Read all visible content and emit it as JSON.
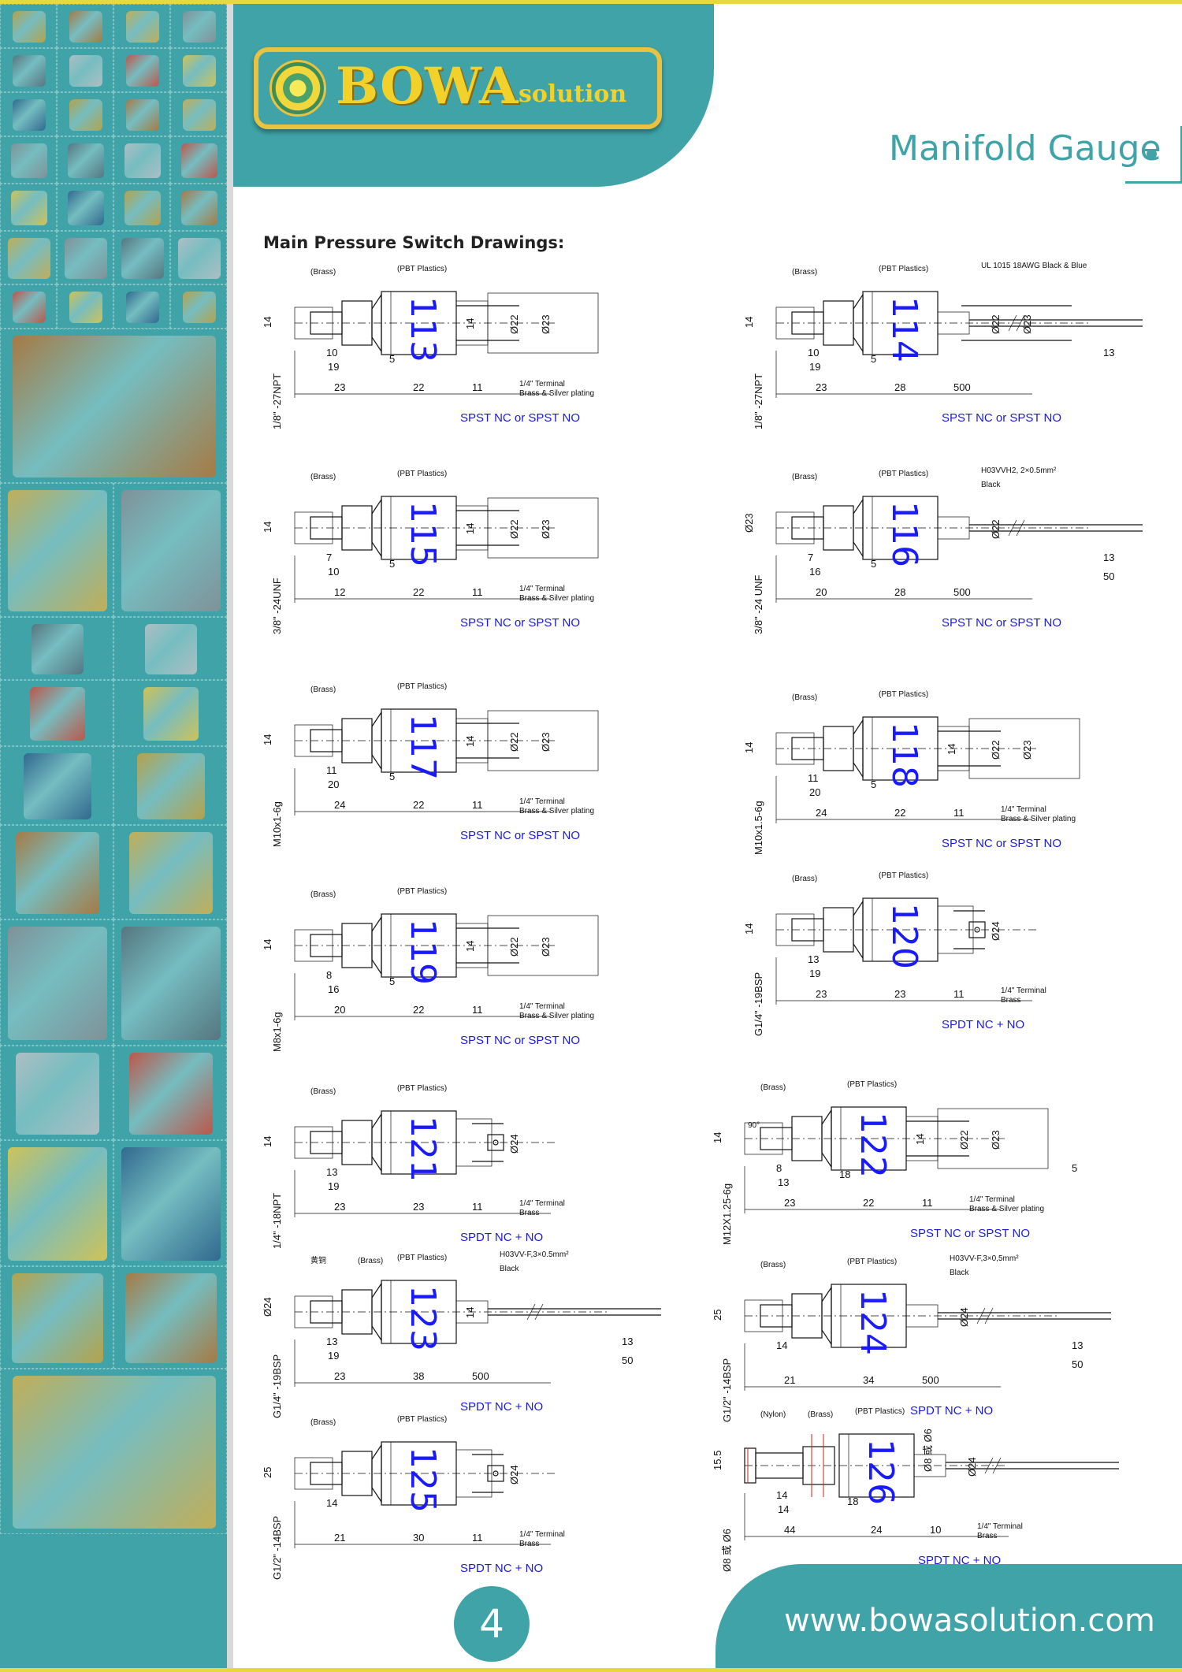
{
  "brand": {
    "name": "BOWA",
    "sub": "solution"
  },
  "header": {
    "title": "Manifold Gauge"
  },
  "section": {
    "heading": "Main Pressure Switch Drawings:"
  },
  "footer": {
    "url": "www.bowasolution.com",
    "page": "4"
  },
  "colors": {
    "teal": "#3fa3a8",
    "gold": "#e8c240",
    "model_blue": "#1a1aff"
  },
  "sidebar_icons": [
    "brass-fitting-icon",
    "copper-fitting-icon",
    "capillary-tube-icon",
    "filter-drier-icon",
    "compressor-icon",
    "scroll-compressor-icon",
    "motor-stator-icon",
    "valve-icon",
    "expansion-valve-icon",
    "vacuum-pump-icon",
    "recovery-machine-icon",
    "manifold-gauge-icon",
    "flow-switch-icon",
    "temperature-controller-icon",
    "display-fridge-icon",
    "freezer-icon",
    "ice-machine-icon"
  ],
  "drawings": [
    {
      "id": "113",
      "model": "113",
      "thread": "1/8\" -27NPT",
      "caption": "SPST NC or SPST NO",
      "kind": "terminal",
      "labels": {
        "a": "(Brass)",
        "b": "(PBT Plastics)",
        "t1": "1/4\" Terminal",
        "t2": "Brass & Silver plating"
      },
      "dims": {
        "h": "14",
        "h2": "14",
        "d1": "Ø22",
        "d2": "Ø23",
        "x1": "10",
        "x2": "19",
        "x3": "5",
        "b1": "23",
        "b2": "22",
        "b3": "11"
      }
    },
    {
      "id": "114",
      "model": "114",
      "thread": "1/8\" -27NPT",
      "caption": "SPST NC or SPST NO",
      "kind": "wire2",
      "labels": {
        "a": "(Brass)",
        "b": "(PBT Plastics)",
        "w": "UL 1015 18AWG Black & Blue"
      },
      "dims": {
        "h": "14",
        "d1": "Ø22",
        "d2": "Ø23",
        "x1": "10",
        "x2": "19",
        "x3": "5",
        "x4": "13",
        "b1": "23",
        "b2": "28",
        "b3": "500"
      }
    },
    {
      "id": "115",
      "model": "115",
      "thread": "3/8\" -24UNF",
      "caption": "SPST NC or SPST NO",
      "kind": "terminal",
      "labels": {
        "a": "(Brass)",
        "b": "(PBT Plastics)",
        "t1": "1/4\" Terminal",
        "t2": "Brass & Silver plating"
      },
      "dims": {
        "h": "14",
        "h2": "14",
        "d1": "Ø22",
        "d2": "Ø23",
        "x1": "7",
        "x2": "10",
        "x3": "5",
        "b1": "12",
        "b2": "22",
        "b3": "11"
      }
    },
    {
      "id": "116",
      "model": "116",
      "thread": "3/8\" -24 UNF",
      "caption": "SPST NC or SPST NO",
      "kind": "cable",
      "labels": {
        "a": "(Brass)",
        "b": "(PBT Plastics)",
        "w": "H03VVH2, 2×0.5mm²",
        "w2": "Black"
      },
      "dims": {
        "h": "Ø23",
        "d1": "Ø22",
        "x1": "7",
        "x2": "16",
        "x3": "5",
        "x4": "13",
        "x5": "50",
        "b1": "20",
        "b2": "28",
        "b3": "500"
      }
    },
    {
      "id": "117",
      "model": "117",
      "thread": "M10x1-6g",
      "caption": "SPST NC or SPST NO",
      "kind": "terminal",
      "labels": {
        "a": "(Brass)",
        "b": "(PBT Plastics)",
        "t1": "1/4\" Terminal",
        "t2": "Brass & Silver plating"
      },
      "dims": {
        "h": "14",
        "h2": "14",
        "d1": "Ø22",
        "d2": "Ø23",
        "x1": "11",
        "x2": "20",
        "x3": "5",
        "b1": "24",
        "b2": "22",
        "b3": "11"
      }
    },
    {
      "id": "118",
      "model": "118",
      "thread": "M10x1.5-6g",
      "caption": "SPST NC or SPST NO",
      "kind": "terminal",
      "labels": {
        "a": "(Brass)",
        "b": "(PBT Plastics)",
        "t1": "1/4\" Terminal",
        "t2": "Brass & Silver plating"
      },
      "dims": {
        "h": "14",
        "h2": "14",
        "d1": "Ø22",
        "d2": "Ø23",
        "x1": "11",
        "x2": "20",
        "x3": "5",
        "b1": "24",
        "b2": "22",
        "b3": "11"
      }
    },
    {
      "id": "119",
      "model": "119",
      "thread": "M8x1-6g",
      "caption": "SPST NC or SPST NO",
      "kind": "terminal",
      "labels": {
        "a": "(Brass)",
        "b": "(PBT Plastics)",
        "t1": "1/4\" Terminal",
        "t2": "Brass & Silver plating"
      },
      "dims": {
        "h": "14",
        "h2": "14",
        "d1": "Ø22",
        "d2": "Ø23",
        "x1": "8",
        "x2": "16",
        "x3": "5",
        "b1": "20",
        "b2": "22",
        "b3": "11"
      }
    },
    {
      "id": "120",
      "model": "120",
      "thread": "G1/4\" -19BSP",
      "caption": "SPDT NC + NO",
      "kind": "spdt",
      "labels": {
        "a": "(Brass)",
        "b": "(PBT Plastics)",
        "t1": "1/4\" Terminal",
        "t2": "Brass"
      },
      "dims": {
        "h": "14",
        "d1": "Ø24",
        "x1": "13",
        "x2": "19",
        "b1": "23",
        "b2": "23",
        "b3": "11"
      }
    },
    {
      "id": "121",
      "model": "121",
      "thread": "1/4\" -18NPT",
      "caption": "SPDT NC + NO",
      "kind": "spdt",
      "labels": {
        "a": "(Brass)",
        "b": "(PBT Plastics)",
        "t1": "1/4\" Terminal",
        "t2": "Brass"
      },
      "dims": {
        "h": "14",
        "d1": "Ø24",
        "x1": "13",
        "x2": "19",
        "b1": "23",
        "b2": "23",
        "b3": "11"
      }
    },
    {
      "id": "122",
      "model": "122",
      "thread": "M12X1.25-6g",
      "caption": "SPST NC or SPST NO",
      "kind": "terminal",
      "labels": {
        "a": "(Brass)",
        "b": "(PBT Plastics)",
        "t1": "1/4\" Terminal",
        "t2": "Brass & Silver plating",
        "ang": "90°"
      },
      "dims": {
        "h": "14",
        "h2": "14",
        "d1": "Ø22",
        "d2": "Ø23",
        "x1": "8",
        "x2": "13",
        "x3": "18",
        "x4": "5",
        "b1": "23",
        "b2": "22",
        "b3": "11"
      }
    },
    {
      "id": "123",
      "model": "123",
      "thread": "G1/4\" -19BSP",
      "caption": "SPDT NC + NO",
      "kind": "cable",
      "labels": {
        "a": "黄铜",
        "a2": "(Brass)",
        "b": "(PBT Plastics)",
        "w": "H03VV-F,3×0.5mm²",
        "w2": "Black"
      },
      "dims": {
        "h": "Ø24",
        "h2": "14",
        "x1": "13",
        "x2": "19",
        "x4": "13",
        "x5": "50",
        "b1": "23",
        "b2": "38",
        "b3": "500"
      }
    },
    {
      "id": "124",
      "model": "124",
      "thread": "G1/2\" -14BSP",
      "caption": "SPDT NC + NO",
      "kind": "cable",
      "labels": {
        "a": "(Brass)",
        "b": "(PBT Plastics)",
        "w": "H03VV-F,3×0,5mm²",
        "w2": "Black"
      },
      "dims": {
        "h": "25",
        "d1": "Ø24",
        "x1": "14",
        "x4": "13",
        "x5": "50",
        "b1": "21",
        "b2": "34",
        "b3": "500"
      }
    },
    {
      "id": "125",
      "model": "125",
      "thread": "G1/2\" -14BSP",
      "caption": "SPDT NC + NO",
      "kind": "spdt",
      "labels": {
        "a": "(Brass)",
        "b": "(PBT Plastics)",
        "t1": "1/4\" Terminal",
        "t2": "Brass"
      },
      "dims": {
        "h": "25",
        "d1": "Ø24",
        "x1": "14",
        "b1": "21",
        "b2": "30",
        "b3": "11"
      }
    },
    {
      "id": "126",
      "model": "126",
      "thread": "Ø8 或 Ø6",
      "caption": "SPDT NC + NO",
      "kind": "nylon",
      "labels": {
        "a": "(Nylon)",
        "a2": "(Brass)",
        "b": "(PBT Plastics)",
        "t1": "1/4\" Terminal",
        "t2": "Brass"
      },
      "dims": {
        "h": "15.5",
        "h2": "Ø8 或 Ø6",
        "d1": "Ø24",
        "x1": "14",
        "x2": "14",
        "x3": "18",
        "b1": "44",
        "b2": "24",
        "b3": "10"
      }
    }
  ]
}
